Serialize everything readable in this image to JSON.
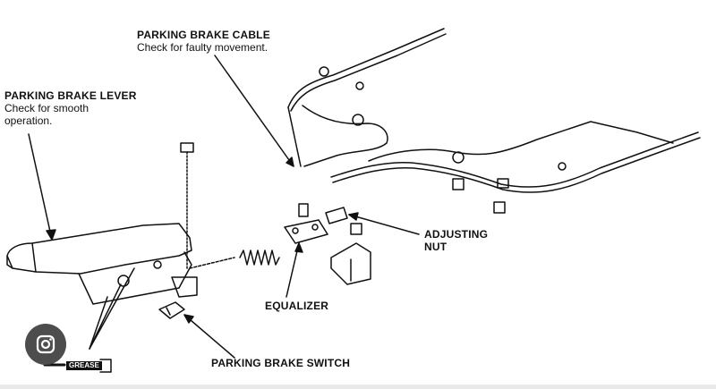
{
  "labels": {
    "cable": {
      "title": "PARKING BRAKE CABLE",
      "note": "Check for faulty movement."
    },
    "lever": {
      "title": "PARKING BRAKE LEVER",
      "note_line1": "Check for smooth",
      "note_line2": "operation."
    },
    "adjusting_nut": {
      "line1": "ADJUSTING",
      "line2": "NUT"
    },
    "equalizer": "EQUALIZER",
    "switch": "PARKING BRAKE SWITCH",
    "grease": "GREASE"
  },
  "icons": {
    "lens": "lens-search-icon"
  },
  "colors": {
    "ink": "#111111",
    "lens_bg": "#4d4d4d"
  }
}
